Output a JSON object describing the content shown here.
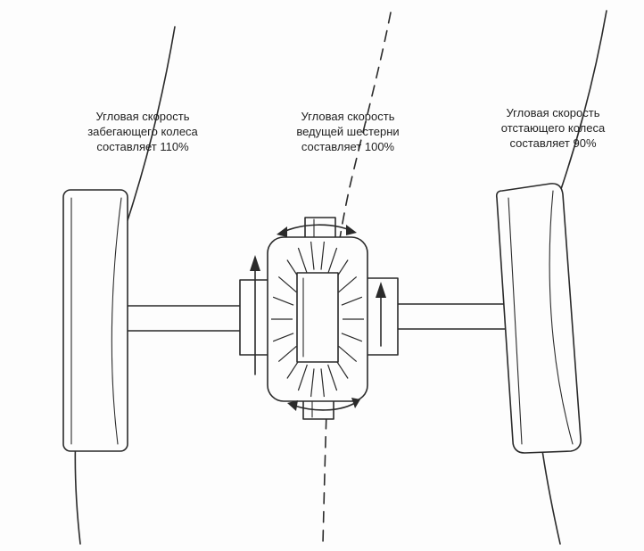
{
  "captions": {
    "left": {
      "line1": "Угловая скорость",
      "line2": "забегающего колеса",
      "line3": "составляет 110%"
    },
    "center": {
      "line1": "Угловая скорость",
      "line2": "ведущей шестерни",
      "line3": "составляет 100%"
    },
    "right": {
      "line1": "Угловая скорость",
      "line2": "отстающего колеса",
      "line3": "составляет 90%"
    }
  },
  "colors": {
    "ink": "#2a2a2a",
    "paper": "#fdfdfd"
  }
}
